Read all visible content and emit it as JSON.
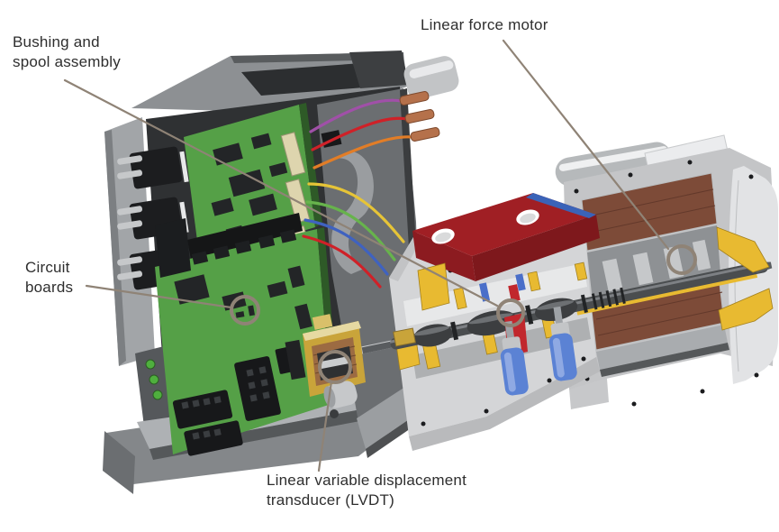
{
  "figure": {
    "type": "technical-cutaway-illustration",
    "callouts": {
      "bushing_spool": {
        "text": "Bushing and\nspool assembly"
      },
      "linear_force_motor": {
        "text": "Linear force motor"
      },
      "circuit_boards": {
        "text": "Circuit\nboards"
      },
      "lvdt": {
        "text": "Linear variable displacement\ntransducer (LVDT)"
      }
    }
  },
  "palette": {
    "background": "#ffffff",
    "label_text": "#2e2e2e",
    "annotation": "#8f8376",
    "housing_gray": "#8d9093",
    "housing_dark": "#2f3133",
    "pcb_green": "#55a047",
    "ic_black": "#232527",
    "connector_cream": "#ded5ae",
    "copper_pin": "#b5714b",
    "wire_purple": "#a050a8",
    "wire_red": "#cf2128",
    "wire_orange": "#e27d27",
    "wire_yellow": "#e6c437",
    "wire_green": "#67b34c",
    "wire_blue": "#3f62c0",
    "valve_gray": "#d4d5d7",
    "manifold_red": "#a01f24",
    "manifold_red_dark": "#7e181c",
    "accent_blue": "#3a63b8",
    "spade_blue": "#5b82d4",
    "gold_yellow": "#e8ba31",
    "brass": "#c9a43a",
    "shaft_dark": "#4a4d4f",
    "winding_brown": "#7d4b38",
    "motor_body": "#c4c5c7",
    "end_cap": "#e2e3e5",
    "led_green": "#4faf3e"
  }
}
